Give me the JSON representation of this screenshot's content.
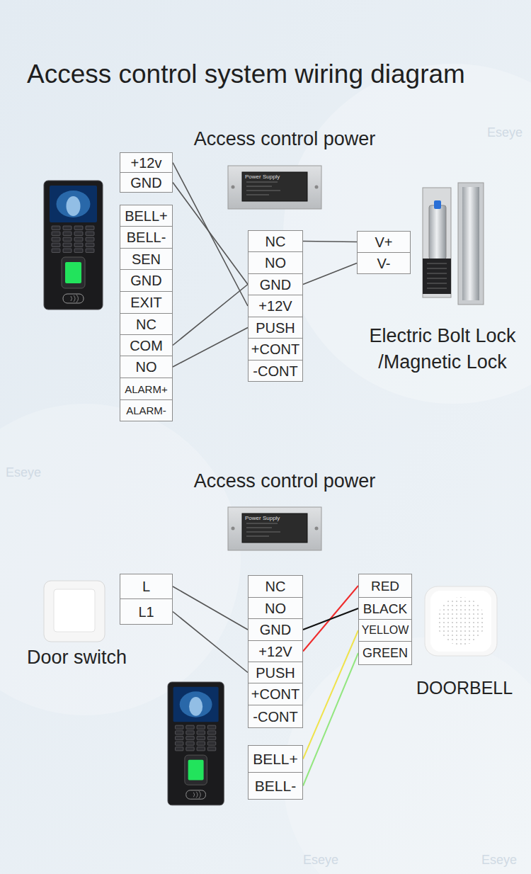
{
  "diagram": {
    "title": "Access control system wiring diagram",
    "nodes": [
      {
        "text": [
          "+12v"
        ]
      },
      {
        "text": [
          "GND"
        ]
      },
      {
        "text": [
          "BELL+"
        ]
      },
      {
        "text": [
          "BELL-"
        ]
      },
      {
        "text": [
          "SEN"
        ]
      },
      {
        "text": [
          "GND"
        ]
      },
      {
        "text": [
          "EXIT"
        ]
      },
      {
        "text": [
          "NC"
        ]
      },
      {
        "text": [
          "COM"
        ]
      },
      {
        "text": [
          "NO"
        ]
      },
      {
        "text": [
          "ALARM+"
        ]
      },
      {
        "text": [
          "ALARM-"
        ]
      },
      {
        "text": [
          "NC"
        ]
      },
      {
        "text": [
          "NO"
        ]
      },
      {
        "text": [
          "GND"
        ]
      },
      {
        "text": [
          "+12V"
        ]
      },
      {
        "text": [
          "PUSH"
        ]
      },
      {
        "text": [
          "+CONT"
        ]
      },
      {
        "text": [
          "-CONT"
        ]
      },
      {
        "text": [
          "V+"
        ]
      },
      {
        "text": [
          "V-"
        ]
      },
      {
        "text": [
          "L"
        ]
      },
      {
        "text": [
          "L1"
        ]
      },
      {
        "text": [
          "NC"
        ]
      },
      {
        "text": [
          "NO"
        ]
      },
      {
        "text": [
          "GND"
        ]
      },
      {
        "text": [
          "+12V"
        ]
      },
      {
        "text": [
          "PUSH"
        ]
      },
      {
        "text": [
          "+CONT"
        ]
      },
      {
        "text": [
          "-CONT"
        ]
      },
      {
        "text": [
          "RED"
        ]
      },
      {
        "text": [
          "BLACK"
        ]
      },
      {
        "text": [
          "YELLOW"
        ]
      },
      {
        "text": [
          "GREEN"
        ]
      },
      {
        "text": [
          "BELL+"
        ]
      },
      {
        "text": [
          "BELL-"
        ]
      }
    ],
    "edges": [
      {
        "from": 0,
        "to": 15,
        "arrow": "none"
      },
      {
        "from": 1,
        "to": 14,
        "arrow": "none"
      },
      {
        "from": 8,
        "to": 14,
        "arrow": "none"
      },
      {
        "from": 9,
        "to": 16,
        "arrow": "none"
      },
      {
        "from": 12,
        "to": 19,
        "arrow": "none"
      },
      {
        "from": 14,
        "to": 20,
        "arrow": "none"
      },
      {
        "from": 21,
        "to": 25,
        "arrow": "none"
      },
      {
        "from": 22,
        "to": 27,
        "arrow": "none"
      },
      {
        "from": 30,
        "to": 26,
        "arrow": "none"
      },
      {
        "from": 31,
        "to": 25,
        "arrow": "none"
      },
      {
        "from": 32,
        "to": 34,
        "arrow": "none"
      },
      {
        "from": 33,
        "to": 35,
        "arrow": "none"
      }
    ],
    "labels": [
      "Access control power",
      "Power Supply",
      "Electric Bolt Lock /Magnetic Lock",
      "Access control power",
      "Power Supply",
      "Door switch",
      "DOORBELL",
      "Eseye",
      "Eseye",
      "Eseye",
      "Eseye"
    ]
  }
}
